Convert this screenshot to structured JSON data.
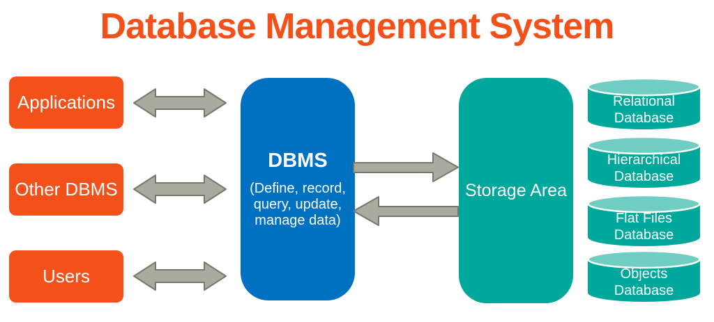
{
  "title": "Database Management System",
  "colors": {
    "orange": "#F4511A",
    "blue": "#0070C0",
    "teal": "#00A89C",
    "teal_light": "#6FCDC3",
    "arrow_fill": "#A8AB9D",
    "arrow_stroke": "#75786B",
    "text_white": "#FFFFFF"
  },
  "sources": [
    {
      "label": "Applications"
    },
    {
      "label": "Other DBMS"
    },
    {
      "label": "Users"
    }
  ],
  "dbms": {
    "title": "DBMS",
    "sub": [
      "(Define, record,",
      "query, update,",
      "manage data)"
    ]
  },
  "storage": {
    "label": "Storage Area"
  },
  "databases": [
    {
      "line1": "Relational",
      "line2": "Database"
    },
    {
      "line1": "Hierarchical",
      "line2": "Database"
    },
    {
      "line1": "Flat Files",
      "line2": "Database"
    },
    {
      "line1": "Objects",
      "line2": "Database"
    }
  ],
  "icons": {
    "double_arrow": "bidirectional-arrow",
    "arrow_right": "arrow-to-storage",
    "arrow_left": "arrow-to-dbms",
    "cylinder": "database-cylinder"
  }
}
